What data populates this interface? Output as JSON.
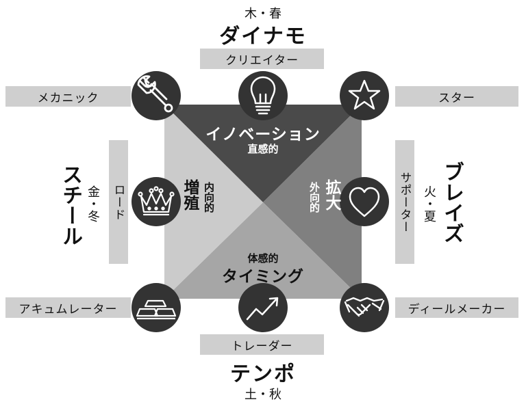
{
  "colors": {
    "top_triangle": "#4a4a4a",
    "right_triangle": "#808080",
    "bottom_triangle": "#a6a6a6",
    "left_triangle": "#cbcbcb",
    "circle": "#333333",
    "icon": "#ffffff",
    "bar": "#cfcfcf",
    "text": "#111111"
  },
  "top": {
    "season": "木・春",
    "type_name": "ダイナモ",
    "bar_label": "クリエイター"
  },
  "bottom": {
    "season": "土・秋",
    "type_name": "テンポ",
    "bar_label": "トレーダー"
  },
  "left": {
    "season": "金・冬",
    "type_name": "スチール",
    "bar_label": "ロード"
  },
  "right": {
    "season": "火・夏",
    "type_name": "ブレイズ",
    "bar_label": "サポーター"
  },
  "corners": {
    "top_left": "メカニック",
    "top_right": "スター",
    "bottom_left": "アキュムレーター",
    "bottom_right": "ディールメーカー"
  },
  "quadrants": {
    "top": {
      "title": "イノベーション",
      "subtitle": "直感的"
    },
    "bottom": {
      "title": "タイミング",
      "subtitle": "体感的"
    },
    "left": {
      "title": "増殖",
      "subtitle": "内向的"
    },
    "right": {
      "title": "拡大",
      "subtitle": "外向的"
    }
  },
  "icons": {
    "top": "lightbulb-icon",
    "bottom": "trend-up-icon",
    "left": "crown-icon",
    "right": "heart-icon",
    "top_left": "wrench-icon",
    "top_right": "star-icon",
    "bottom_left": "gold-bars-icon",
    "bottom_right": "handshake-icon"
  }
}
